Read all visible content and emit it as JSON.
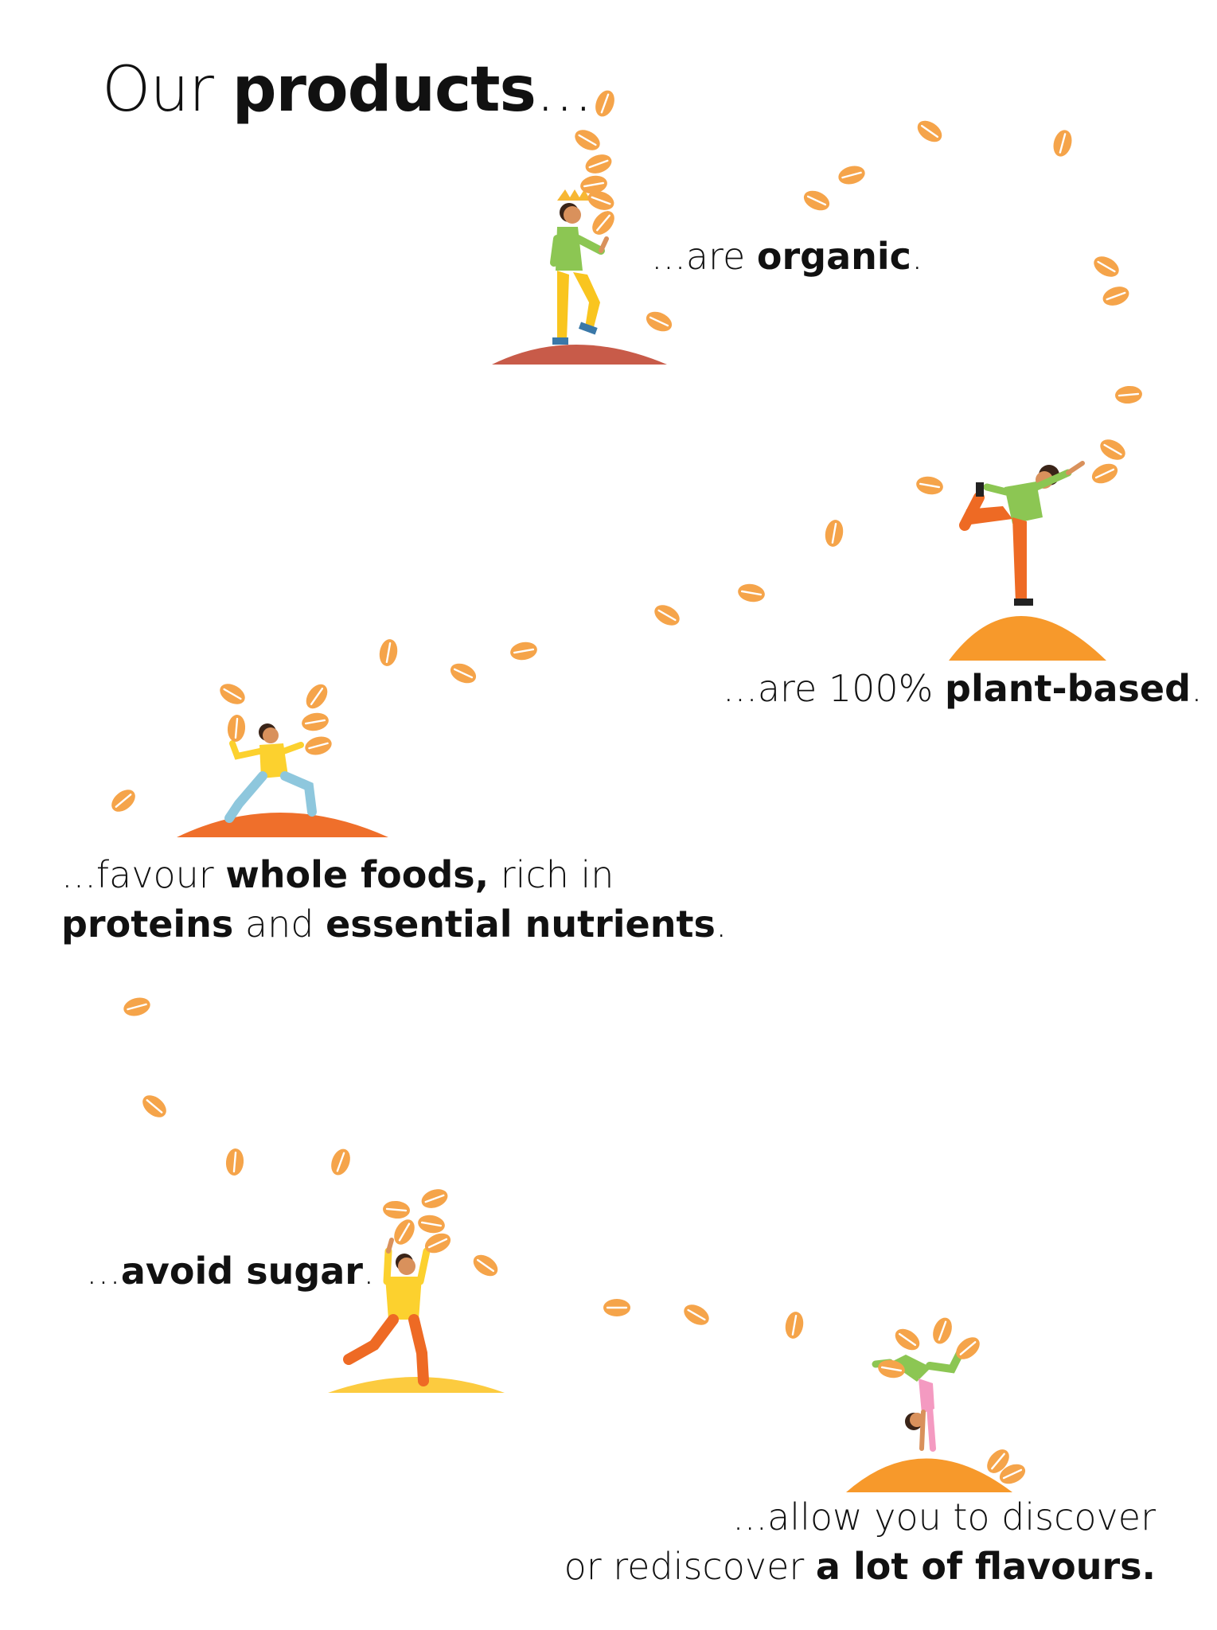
{
  "title": {
    "light": "Our ",
    "bold": "products",
    "tail": "..."
  },
  "points": {
    "organic": {
      "pre": "...are ",
      "bold": "organic",
      "post": "."
    },
    "plant": {
      "pre": "...are 100% ",
      "bold": "plant-based",
      "post": "."
    },
    "whole": {
      "l1_pre": "...favour ",
      "l1_bold": "whole foods,",
      "l1_post": " rich in",
      "l2_b1": "proteins",
      "l2_mid": " and ",
      "l2_b2": "essential nutrients",
      "l2_post": "."
    },
    "sugar": {
      "pre": "...",
      "bold": "avoid sugar",
      "post": "."
    },
    "flavours": {
      "l1": "...allow you to discover",
      "l2_pre": "or rediscover ",
      "l2_bold": "a lot of flavours."
    }
  },
  "colors": {
    "seed": "#f5a44a",
    "seed_line": "#ffffff",
    "hill_red": "#c85b49",
    "hill_orange": "#f7992b",
    "hill_deep": "#ef6f2b",
    "hill_yellow": "#fccb3f",
    "shirt_green": "#8cc653",
    "pants_yellow": "#f9c51f",
    "pants_orange": "#ee6a24",
    "pants_blue": "#8ec7dd",
    "shirt_yellow": "#fcd12e",
    "pants_pink": "#f49ac1",
    "skin": "#d9915c",
    "hair": "#3a2418",
    "crown": "#f7b733"
  }
}
